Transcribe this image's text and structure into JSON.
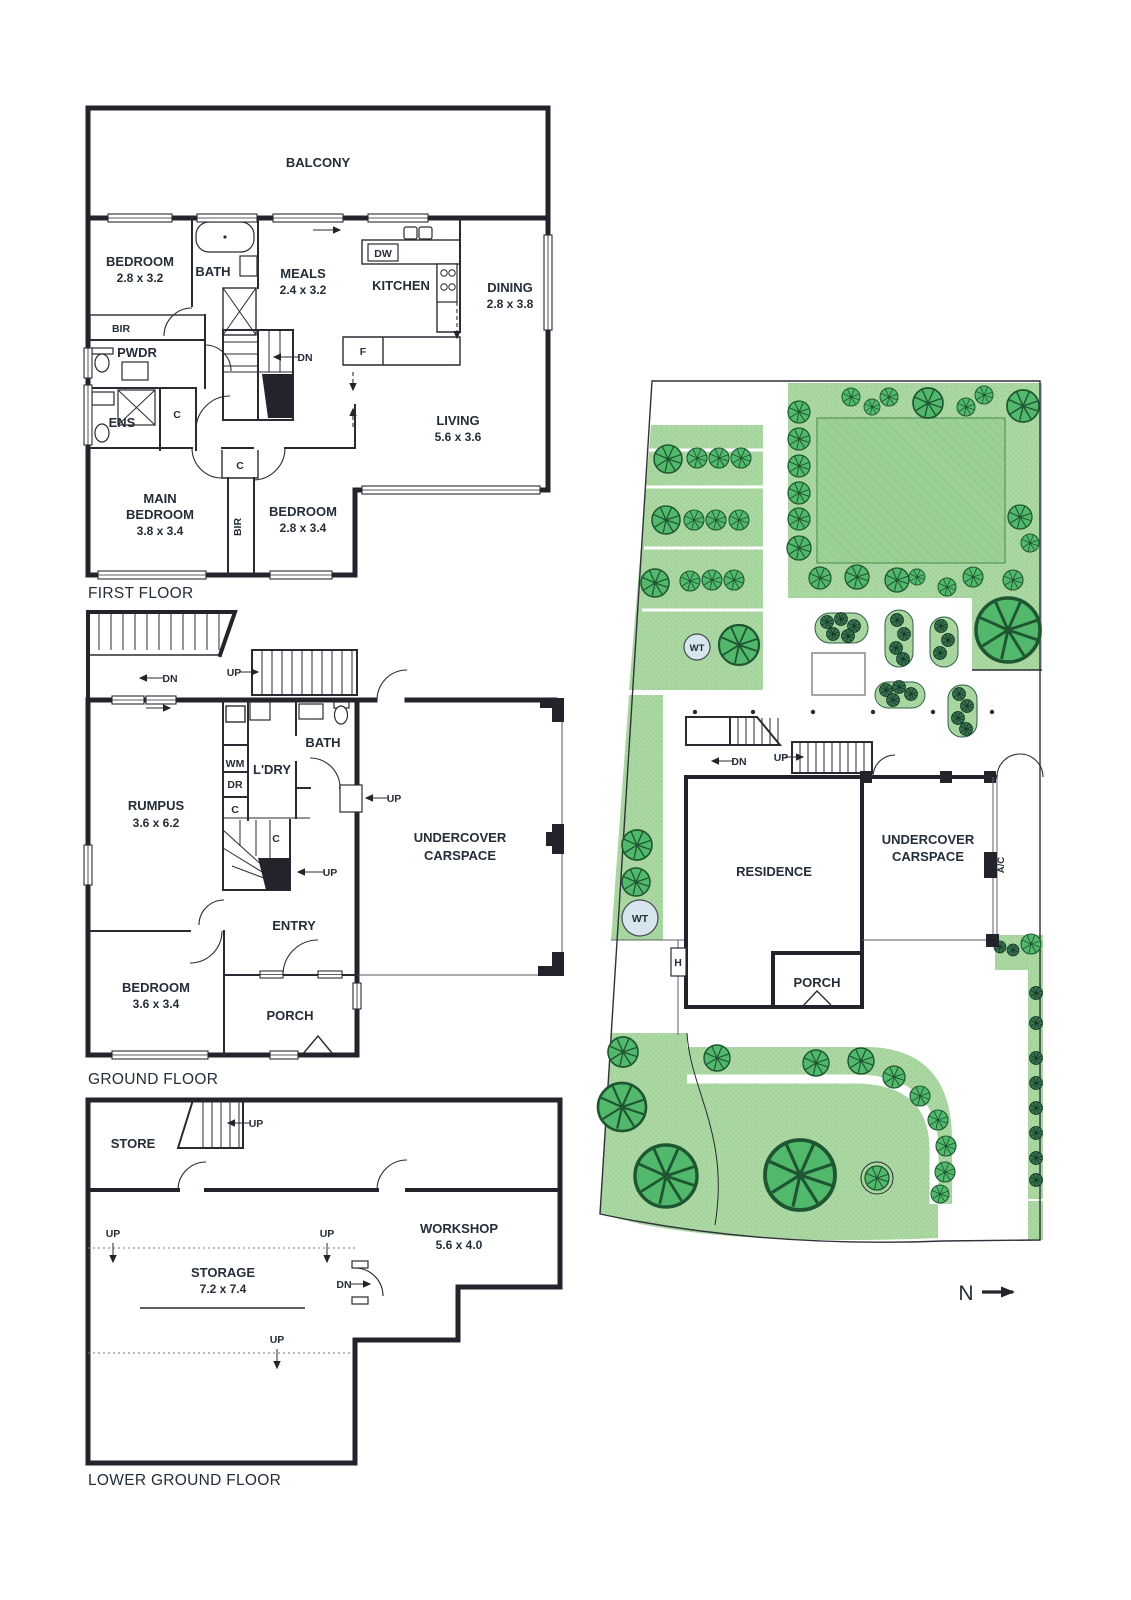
{
  "first_floor": {
    "title": "FIRST FLOOR",
    "balcony": "BALCONY",
    "bedroom1": "BEDROOM",
    "bedroom1_dim": "2.8 x 3.2",
    "bath": "BATH",
    "meals": "MEALS",
    "meals_dim": "2.4 x 3.2",
    "dw": "DW",
    "kitchen": "KITCHEN",
    "dining": "DINING",
    "dining_dim": "2.8 x 3.8",
    "bir": "BIR",
    "pwdr": "PWDR",
    "ens": "ENS",
    "closet_hall": "C",
    "dn": "DN",
    "f": "F",
    "living": "LIVING",
    "living_dim": "5.6 x 3.6",
    "main_bedroom_line1": "MAIN",
    "main_bedroom_line2": "BEDROOM",
    "main_bedroom_dim": "3.8 x 3.4",
    "closet_bedrooms": "C",
    "bir_robe": "BIR",
    "bedroom2": "BEDROOM",
    "bedroom2_dim": "2.8 x 3.4"
  },
  "ground_floor": {
    "title": "GROUND FLOOR",
    "dn": "DN",
    "up_rear": "UP",
    "bath": "BATH",
    "wm": "WM",
    "dr": "DR",
    "laundry": "L'DRY",
    "closet_laundry": "C",
    "rumpus": "RUMPUS",
    "rumpus_dim": "3.6 x 6.2",
    "closet_stairs": "C",
    "up_stairs": "UP",
    "up_entry": "UP",
    "carspace_line1": "UNDERCOVER",
    "carspace_line2": "CARSPACE",
    "entry": "ENTRY",
    "bedroom": "BEDROOM",
    "bedroom_dim": "3.6 x 3.4",
    "porch": "PORCH"
  },
  "lower_ground_floor": {
    "title": "LOWER GROUND FLOOR",
    "store": "STORE",
    "up_stairs": "UP",
    "workshop": "WORKSHOP",
    "workshop_dim": "5.6 x 4.0",
    "storage": "STORAGE",
    "storage_dim": "7.2 x 7.4",
    "up_left": "UP",
    "up_mid": "UP",
    "dn": "DN",
    "up_lower": "UP"
  },
  "site_plan": {
    "wt_rear": "WT",
    "wt_side": "WT",
    "residence": "RESIDENCE",
    "carspace_line1": "UNDERCOVER",
    "carspace_line2": "CARSPACE",
    "porch": "PORCH",
    "h_marker": "H",
    "ac": "A/C",
    "dn": "DN",
    "up": "UP",
    "north": "N"
  },
  "colors": {
    "wall": "#23232c",
    "site_green": "#abd8a2",
    "lawn_green": "#9bd294",
    "tree_green": "#52b96c",
    "shrub_green": "#35714f",
    "water_tank": "#d7e6ee"
  }
}
